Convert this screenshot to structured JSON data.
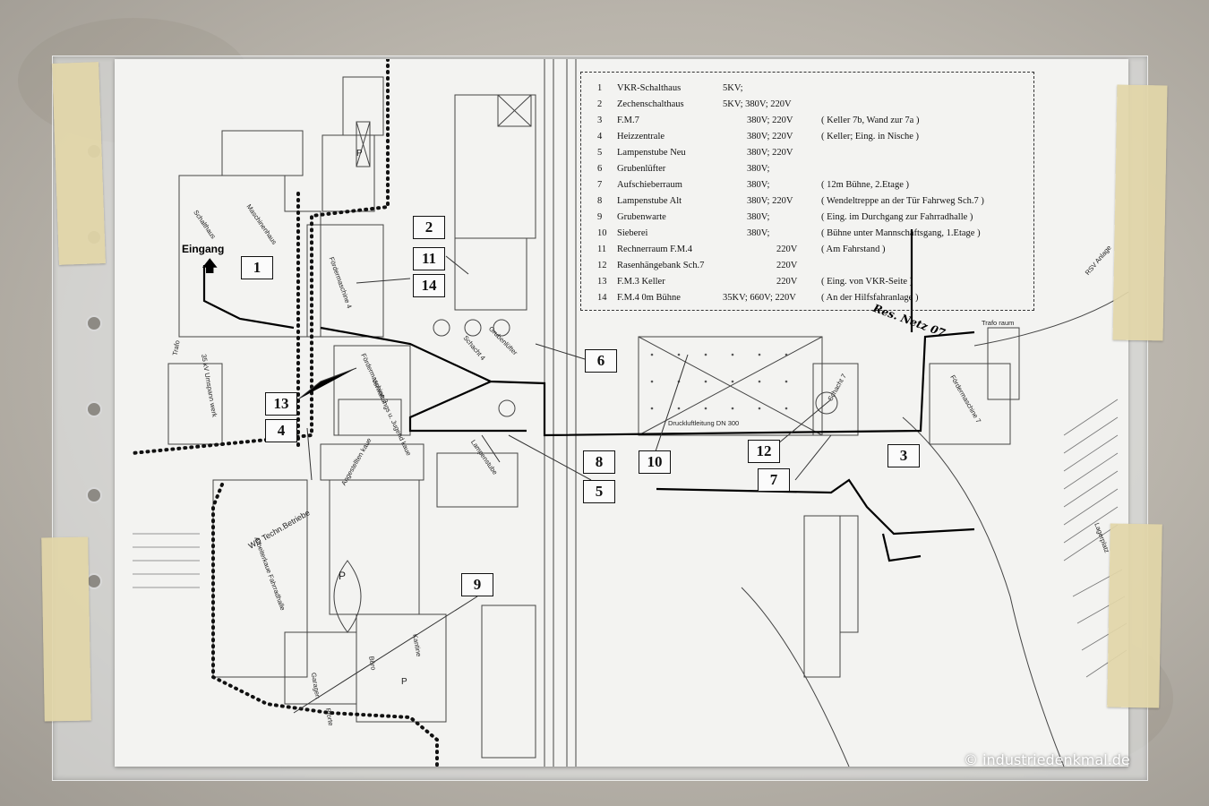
{
  "legend": {
    "rows": [
      {
        "n": "1",
        "name": "VKR-Schalthaus",
        "voltage": "5KV;",
        "note": ""
      },
      {
        "n": "2",
        "name": "Zechenschalthaus",
        "voltage": "5KV; 380V; 220V",
        "note": ""
      },
      {
        "n": "3",
        "name": "F.M.7",
        "voltage": "380V; 220V",
        "note": "( Keller 7b, Wand zur 7a )"
      },
      {
        "n": "4",
        "name": "Heizzentrale",
        "voltage": "380V; 220V",
        "note": "( Keller; Eing. in Nische )"
      },
      {
        "n": "5",
        "name": "Lampenstube Neu",
        "voltage": "380V; 220V",
        "note": ""
      },
      {
        "n": "6",
        "name": "Grubenlüfter",
        "voltage": "380V;",
        "note": ""
      },
      {
        "n": "7",
        "name": "Aufschieberraum",
        "voltage": "380V;",
        "note": "( 12m Bühne,  2.Etage )"
      },
      {
        "n": "8",
        "name": "Lampenstube Alt",
        "voltage": "380V; 220V",
        "note": "( Wendeltreppe an der Tür Fahrweg Sch.7 )"
      },
      {
        "n": "9",
        "name": "Grubenwarte",
        "voltage": "380V;",
        "note": "( Eing. im Durchgang zur Fahrradhalle )"
      },
      {
        "n": "10",
        "name": "Sieberei",
        "voltage": "380V;",
        "note": "( Bühne unter Mannschaftsgang, 1.Etage )"
      },
      {
        "n": "11",
        "name": "Rechnerraum F.M.4",
        "voltage": "220V",
        "note": "( Am Fahrstand )"
      },
      {
        "n": "12",
        "name": "Rasenhängebank Sch.7",
        "voltage": "220V",
        "note": ""
      },
      {
        "n": "13",
        "name": "F.M.3 Keller",
        "voltage": "220V",
        "note": "( Eing. von VKR-Seite )"
      },
      {
        "n": "14",
        "name": "F.M.4 0m Bühne",
        "voltage": "35KV; 660V; 220V",
        "note": "( An der Hilfsfahranlage )"
      }
    ]
  },
  "map": {
    "entrance_label": "Eingang",
    "number_boxes": [
      "1",
      "2",
      "11",
      "14",
      "13",
      "4",
      "6",
      "8",
      "5",
      "10",
      "12",
      "7",
      "3",
      "9"
    ],
    "labels": {
      "schalthaus": "Schalthaus",
      "maschinenhaus": "Maschinenhaus",
      "foerdermaschine4": "Fördermaschine 4",
      "foerdermaschine3": "Fördermaschine 3",
      "foerdermaschine7": "Fördermaschine 7",
      "schacht4": "Schacht 4",
      "schacht7": "Schacht 7",
      "trafo": "Trafo",
      "trafo_raum": "Trafo raum",
      "umspannwerk": "35 kV Umspann werk",
      "lampenstube": "Lampenstube",
      "angestellten_kaue": "Angestellten kaue",
      "verwaltung": "Verwaltungs u. Jugend kaue",
      "wd_techn": "WD Techn.Betriebe",
      "arbeiterkaue": "Arbeiterkaue Fahrradhalle",
      "buro": "Büro",
      "kantine": "Kantine",
      "garagen": "Garagen",
      "druckluft": "Druckluftleitung DN 300",
      "grubenluefter": "Grubenlüfter",
      "lagerplatz": "Lagerplatz",
      "rsv": "RSV Anlage",
      "pforte": "Pforte",
      "parking": "P"
    },
    "handwritten": "Res. Netz 07"
  },
  "watermark": "© industriedenkmal.de"
}
